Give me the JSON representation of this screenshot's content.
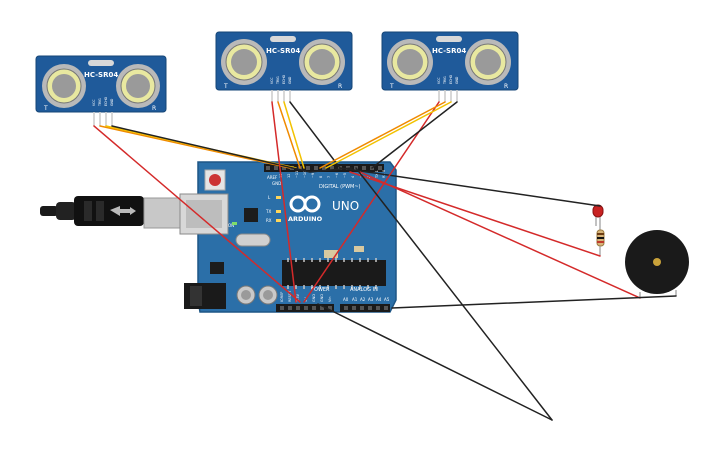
{
  "sensors": [
    {
      "model": "HC-SR04",
      "left_mark": "T",
      "right_mark": "R",
      "pins": [
        "VCC",
        "TRIG",
        "ECHO",
        "GND"
      ]
    },
    {
      "model": "HC-SR04",
      "left_mark": "T",
      "right_mark": "R",
      "pins": [
        "VCC",
        "TRIG",
        "ECHO",
        "GND"
      ]
    },
    {
      "model": "HC-SR04",
      "left_mark": "T",
      "right_mark": "R",
      "pins": [
        "VCC",
        "TRIG",
        "ECHO",
        "GND"
      ]
    }
  ],
  "arduino": {
    "brand": "ARDUINO",
    "model": "UNO",
    "digital_header": "DIGITAL (PWM~)",
    "power_header": "POWER",
    "analog_header": "ANALOG IN",
    "led_labels": [
      "L",
      "TX",
      "RX"
    ],
    "on_label": "ON",
    "aref_label": "AREF",
    "gnd_label": "GND",
    "digital_pins": [
      "13",
      "12",
      "~11",
      "~10",
      "~9",
      "8",
      "7",
      "~6",
      "~5",
      "4",
      "~3",
      "2",
      "TX 1",
      "RX 0"
    ],
    "power_pins": [
      "IOREF",
      "RESET",
      "3.3V",
      "5V",
      "GND",
      "GND",
      "Vin"
    ],
    "analog_pins": [
      "A0",
      "A1",
      "A2",
      "A3",
      "A4",
      "A5"
    ]
  },
  "colors": {
    "board": "#2b6fa8",
    "sensor": "#1f5a9a",
    "wire_red": "#d42a2a",
    "wire_black": "#222222",
    "wire_yellow": "#f2c200",
    "wire_orange": "#f08a00",
    "led": "#c82222",
    "buzzer": "#1a1a1a"
  }
}
